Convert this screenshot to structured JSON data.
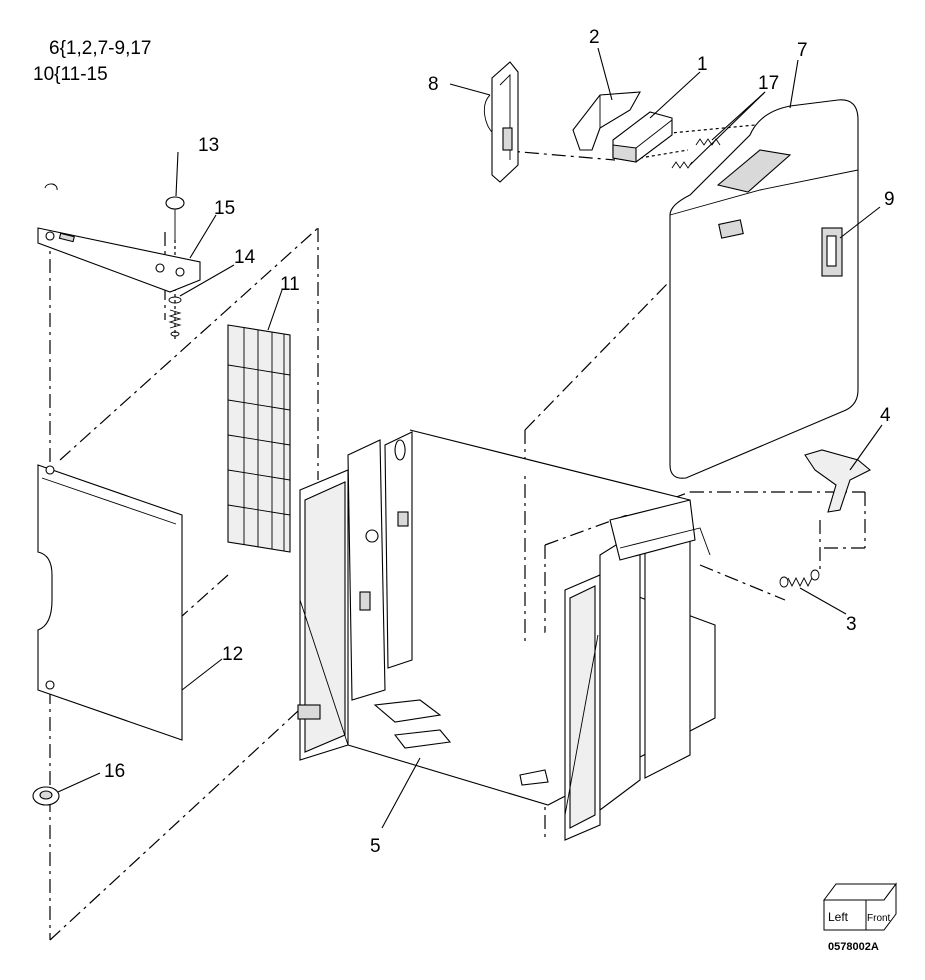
{
  "notes": {
    "line1": "6{1,2,7-9,17",
    "line2": "10{11-15"
  },
  "callouts": {
    "c1": "1",
    "c2": "2",
    "c3": "3",
    "c4": "4",
    "c5": "5",
    "c7": "7",
    "c8": "8",
    "c9": "9",
    "c11": "11",
    "c12": "12",
    "c13": "13",
    "c14": "14",
    "c15": "15",
    "c16": "16",
    "c17": "17"
  },
  "orientation": {
    "left": "Left",
    "front": "Front"
  },
  "figure_id": "0578002A"
}
